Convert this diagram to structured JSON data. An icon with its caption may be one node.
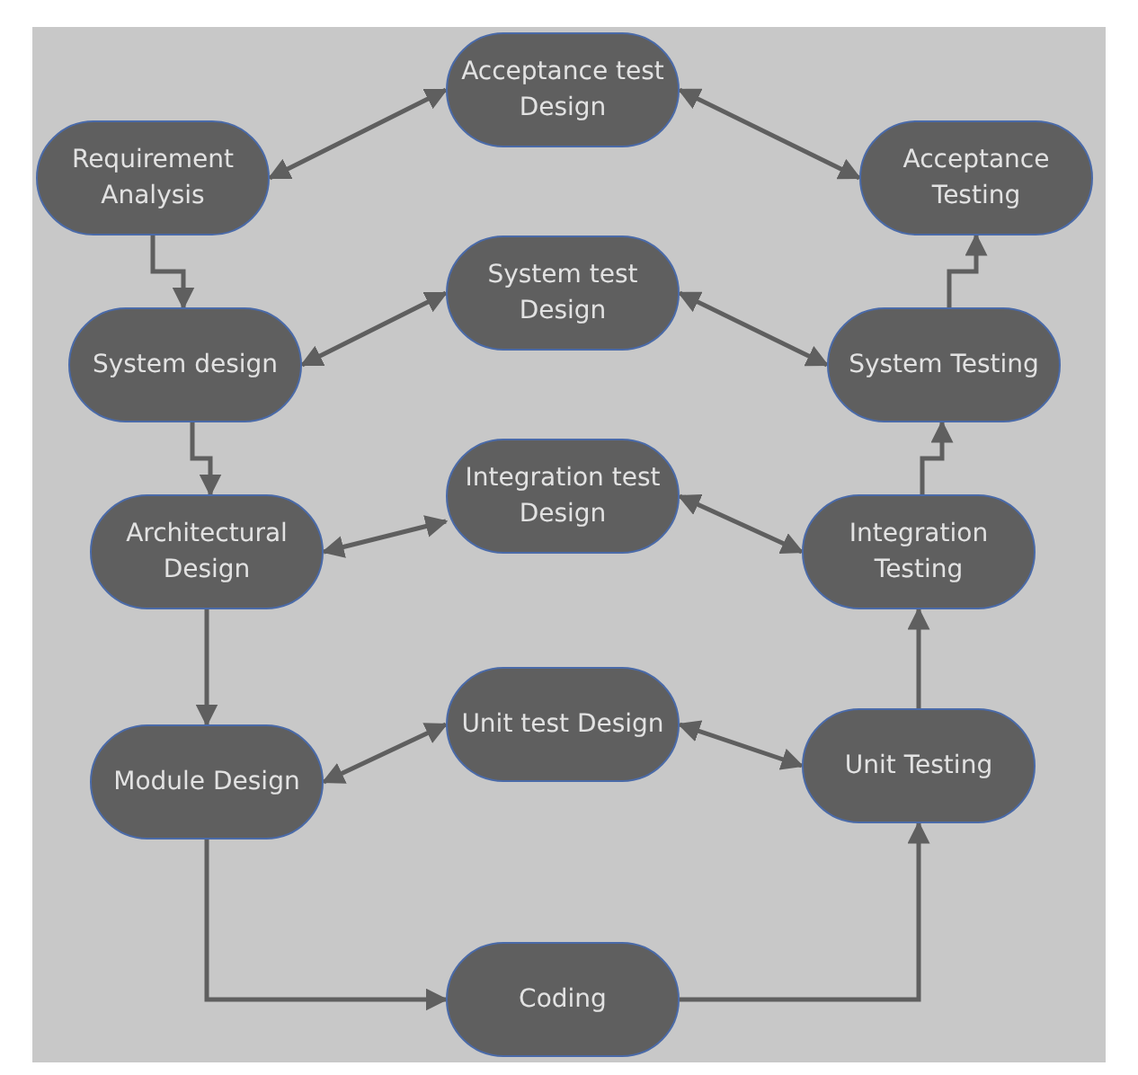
{
  "diagram": {
    "nodes": [
      {
        "text": [
          "Acceptance test Design"
        ]
      },
      {
        "text": [
          "Requirement Analysis"
        ]
      },
      {
        "text": [
          "Acceptance Testing"
        ]
      },
      {
        "text": [
          "System test Design"
        ]
      },
      {
        "text": [
          "System design"
        ]
      },
      {
        "text": [
          "System Testing"
        ]
      },
      {
        "text": [
          "Integration test Design"
        ]
      },
      {
        "text": [
          "Architectural Design"
        ]
      },
      {
        "text": [
          "Integration Testing"
        ]
      },
      {
        "text": [
          "Unit test Design"
        ]
      },
      {
        "text": [
          "Module Design"
        ]
      },
      {
        "text": [
          "Unit Testing"
        ]
      },
      {
        "text": [
          "Coding"
        ]
      }
    ],
    "edges": [
      {
        "from": 1,
        "to": 0,
        "arrow": "both"
      },
      {
        "from": 0,
        "to": 2,
        "arrow": "both"
      },
      {
        "from": 4,
        "to": 3,
        "arrow": "both"
      },
      {
        "from": 3,
        "to": 5,
        "arrow": "both"
      },
      {
        "from": 7,
        "to": 6,
        "arrow": "both"
      },
      {
        "from": 6,
        "to": 8,
        "arrow": "both"
      },
      {
        "from": 10,
        "to": 9,
        "arrow": "both"
      },
      {
        "from": 9,
        "to": 11,
        "arrow": "both"
      },
      {
        "from": 1,
        "to": 4,
        "arrow": "to"
      },
      {
        "from": 4,
        "to": 7,
        "arrow": "to"
      },
      {
        "from": 7,
        "to": 10,
        "arrow": "to"
      },
      {
        "from": 10,
        "to": 12,
        "arrow": "to"
      },
      {
        "from": 12,
        "to": 11,
        "arrow": "to"
      },
      {
        "from": 11,
        "to": 8,
        "arrow": "to"
      },
      {
        "from": 8,
        "to": 5,
        "arrow": "to"
      },
      {
        "from": 5,
        "to": 2,
        "arrow": "to"
      }
    ]
  }
}
